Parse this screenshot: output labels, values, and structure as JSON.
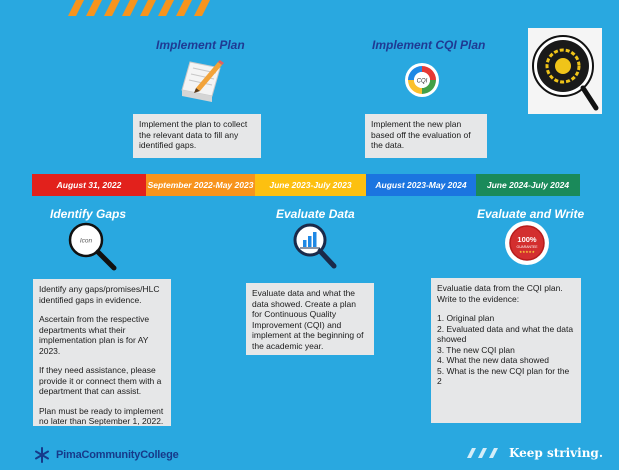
{
  "slide": {
    "headings": {
      "implement_plan": "Implement Plan",
      "implement_cqi_plan": "Implement CQI Plan",
      "identify_gaps": "Identify Gaps",
      "evaluate_data": "Evaluate Data",
      "evaluate_and_write": "Evaluate and Write"
    },
    "boxes": {
      "implement_plan": "Implement the plan to collect the relevant data to fill any identified gaps.",
      "implement_cqi_plan": "Implement the new plan based off the evaluation of the data.",
      "identify_gaps": [
        "Identify any gaps/promises/HLC identified gaps in evidence.",
        "Ascertain from the respective departments what their implementation plan is for AY 2023.",
        "If they need assistance, please provide it or connect them with a department that can assist.",
        "Plan must be ready to implement no later than September 1, 2022."
      ],
      "evaluate_data": "Evaluate data and what the data showed. Create a plan for Continuous Quality Improvement (CQI) and implement at the beginning of the academic year.",
      "evaluate_and_write": {
        "intro": "Evaluatie data from the CQI plan. Write to the evidence:",
        "items": [
          "1. Original plan",
          "2. Evaluated data and what the data showed",
          "3. The new CQI plan",
          "4. What the new data showed",
          "5. What is the new CQI plan for the 2"
        ]
      }
    },
    "timeline": [
      {
        "label": "August 31, 2022",
        "color": "#e2211c"
      },
      {
        "label": "September 2022-May 2023",
        "color": "#f7941d"
      },
      {
        "label": "June 2023-July 2023",
        "color": "#fdc010"
      },
      {
        "label": "August 2023-May 2024",
        "color": "#1b75e0"
      },
      {
        "label": "June 2024-July 2024",
        "color": "#1a8a5a"
      }
    ],
    "icons": {
      "magnifier_placeholder_text": "Icon",
      "cqi_text": "CQI",
      "badge_text": "100%",
      "badge_subtext": "GUARANTEE"
    },
    "footer": {
      "college_name": "PimaCommunityCollege",
      "tagline": "Keep striving."
    }
  }
}
